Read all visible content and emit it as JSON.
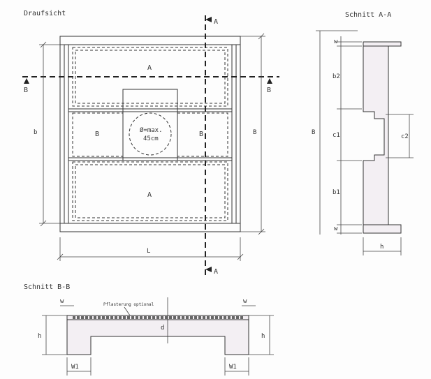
{
  "titles": {
    "top_view": "Draufsicht",
    "section_aa": "Schnitt A-A",
    "section_bb": "Schnitt B-B"
  },
  "top_view": {
    "label_a_top": "A",
    "label_a_bottom": "A",
    "label_b_left": "B",
    "label_b_right": "B",
    "opening_line1": "Ø=max.",
    "opening_line2": "45cm",
    "dim_b": "b",
    "dim_B": "B",
    "dim_L": "L",
    "cut_a_top": "A",
    "cut_a_bottom": "A",
    "cut_b_left": "B",
    "cut_b_right": "B"
  },
  "section_aa": {
    "dim_w_top": "w",
    "dim_b2": "b2",
    "dim_c1": "c1",
    "dim_b1": "b1",
    "dim_w_bottom": "w",
    "dim_B": "B",
    "dim_c2": "c2",
    "dim_h": "h"
  },
  "section_bb": {
    "dim_w_left": "w",
    "dim_w_right": "w",
    "dim_h_left": "h",
    "dim_h_right": "h",
    "dim_d": "d",
    "dim_w1_left": "W1",
    "dim_w1_right": "W1",
    "note": "Pflasterung optional"
  }
}
